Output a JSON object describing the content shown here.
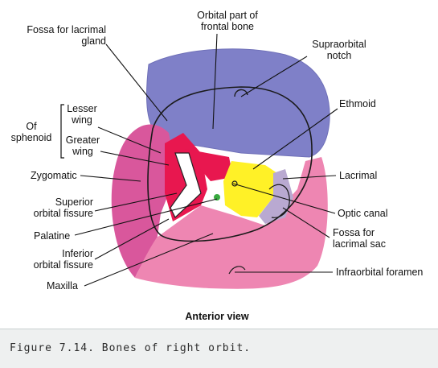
{
  "labels": {
    "orbital_part_line1": "Orbital part of",
    "orbital_part_line2": "frontal bone",
    "fossa_lacrimal_gland_line1": "Fossa for lacrimal",
    "fossa_lacrimal_gland_line2": "gland",
    "supraorbital_line1": "Supraorbital",
    "supraorbital_line2": "notch",
    "lesser_line1": "Lesser",
    "lesser_line2": "wing",
    "of_line1": "Of",
    "of_line2": "sphenoid",
    "greater_line1": "Greater",
    "greater_line2": "wing",
    "ethmoid": "Ethmoid",
    "zygomatic": "Zygomatic",
    "lacrimal": "Lacrimal",
    "superior_line1": "Superior",
    "superior_line2": "orbital fissure",
    "optic_canal": "Optic canal",
    "palatine": "Palatine",
    "fossa_sac_line1": "Fossa for",
    "fossa_sac_line2": "lacrimal sac",
    "inferior_line1": "Inferior",
    "inferior_line2": "orbital fissure",
    "infraorbital": "Infraorbital foramen",
    "maxilla": "Maxilla"
  },
  "view_label": "Anterior view",
  "caption": "Figure 7.14. Bones of right orbit.",
  "colors": {
    "frontal": "#7f80c8",
    "zygomatic": "#d9579c",
    "maxilla": "#ee86b2",
    "sphenoid": "#e8174f",
    "ethmoid": "#fff127",
    "lacrimal": "#b9a9d1",
    "palatine": "#37a93f",
    "caption_bg": "#eef0f0"
  }
}
